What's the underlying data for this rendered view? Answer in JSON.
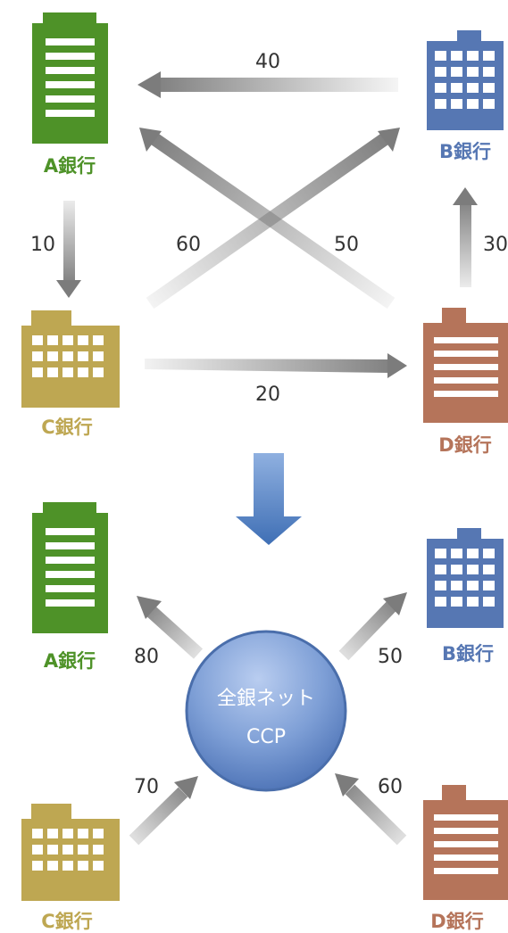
{
  "colors": {
    "a": "#4e9228",
    "b": "#5677b3",
    "c": "#bea752",
    "d": "#b5745a",
    "arrow": "#7c7c7c",
    "ccp_top": "#a8c0ea",
    "ccp_bottom": "#4d74b8",
    "down_arrow": "#4f7fc0"
  },
  "icons": {
    "a": "tall-office-building-icon",
    "b": "office-building-icon",
    "c": "office-building-icon",
    "d": "office-building-icon"
  },
  "top": {
    "banks": {
      "a": "A銀行",
      "b": "B銀行",
      "c": "C銀行",
      "d": "D銀行"
    },
    "flows": {
      "b_to_a": "40",
      "a_to_c": "10",
      "c_to_b": "60",
      "d_to_a": "50",
      "d_to_b": "30",
      "c_to_d": "20"
    }
  },
  "bottom": {
    "banks": {
      "a": "A銀行",
      "b": "B銀行",
      "c": "C銀行",
      "d": "D銀行"
    },
    "ccp": {
      "line1": "全銀ネット",
      "line2": "CCP"
    },
    "flows": {
      "ccp_to_a": "80",
      "ccp_to_b": "50",
      "c_to_ccp": "70",
      "d_to_ccp": "60"
    }
  }
}
